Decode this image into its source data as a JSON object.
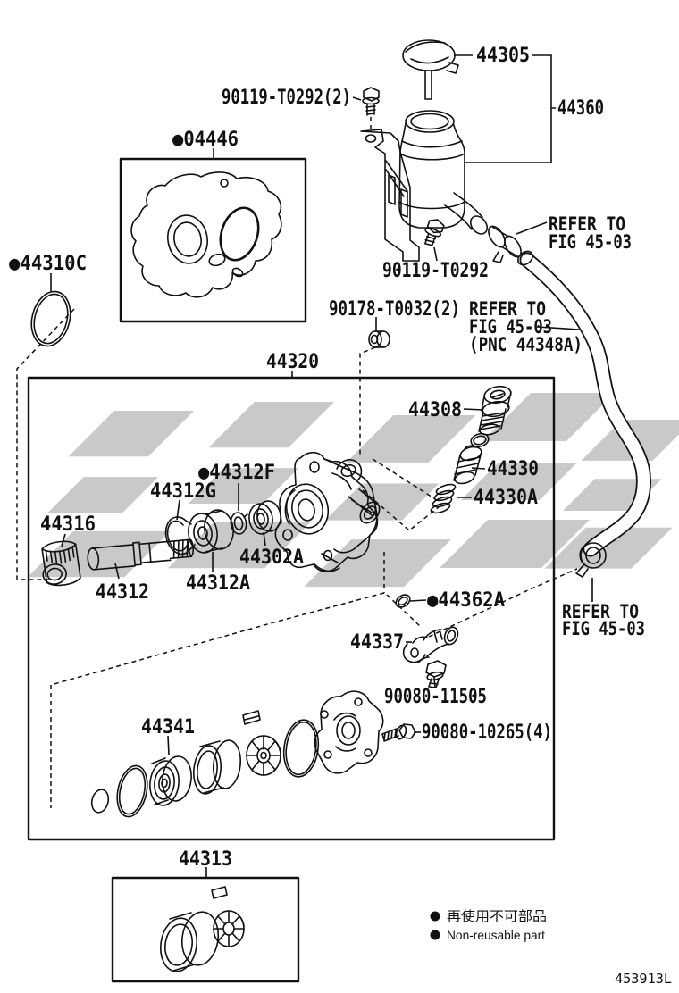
{
  "colors": {
    "ink": "#111111",
    "watermark": "#c9c9c9",
    "background": "#ffffff"
  },
  "callouts": {
    "c44305": "44305",
    "c44360": "44360",
    "b90119_2": "90119-T0292(2)",
    "c04446": "●04446",
    "c44310C": "●44310C",
    "b90119": "90119-T0292",
    "b90178": "90178-T0032(2)",
    "c44320": "44320",
    "c44308": "44308",
    "c44330": "44330",
    "c44330A": "44330A",
    "c44312F": "●44312F",
    "c44312G": "44312G",
    "c44316": "44316",
    "c44302A": "44302A",
    "c44312": "44312",
    "c44312A": "44312A",
    "c44362A": "●44362A",
    "c44337": "44337",
    "b90080_11505": "90080-11505",
    "b90080_10265": "90080-10265(4)",
    "c44341": "44341",
    "c44313": "44313"
  },
  "notes": {
    "refer_line1": "REFER TO",
    "refer_line2": "FIG 45-03",
    "refer_pnc": "(PNC 44348A)"
  },
  "legend": {
    "jp": "再使用不可部品",
    "en": "Non-reusable part"
  },
  "figure_code": "453913L"
}
